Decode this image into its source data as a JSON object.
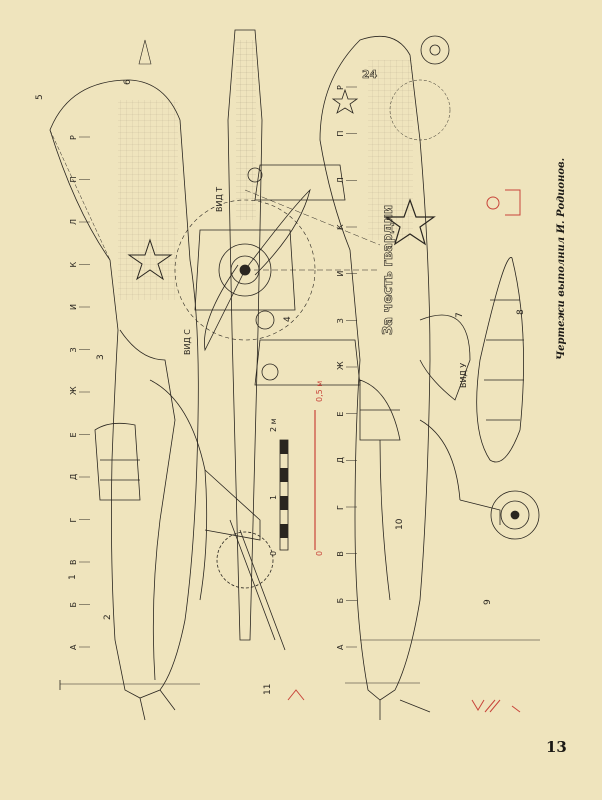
{
  "credit": "Чертежи выполнил И. Родионов.",
  "page_number": "13",
  "colors": {
    "paper": "#efe4bd",
    "ink": "#2a2620",
    "red_ink": "#c8443a"
  },
  "views": {
    "view_t": "ВИД Т",
    "view_s": "ВИД С",
    "view_u": "ВИД У"
  },
  "callouts": [
    "1",
    "2",
    "3",
    "4",
    "5",
    "6",
    "7",
    "8",
    "9",
    "10",
    "11"
  ],
  "section_letters_left": [
    "А",
    "Б",
    "В",
    "Г",
    "Д",
    "Е",
    "Ж",
    "З",
    "И",
    "К",
    "Л",
    "П",
    "Р"
  ],
  "section_letters_right": [
    "А",
    "Б",
    "В",
    "Г",
    "Д",
    "Е",
    "Ж",
    "З",
    "И",
    "К",
    "Л",
    "П",
    "Р"
  ],
  "scale_bar": {
    "label": "2 м",
    "start": "0",
    "mid": "1"
  },
  "red_scale": {
    "label": "0,5 м",
    "start": "0"
  },
  "fuselage_slogan": "За честь гвардии",
  "fuselage_number": "24"
}
